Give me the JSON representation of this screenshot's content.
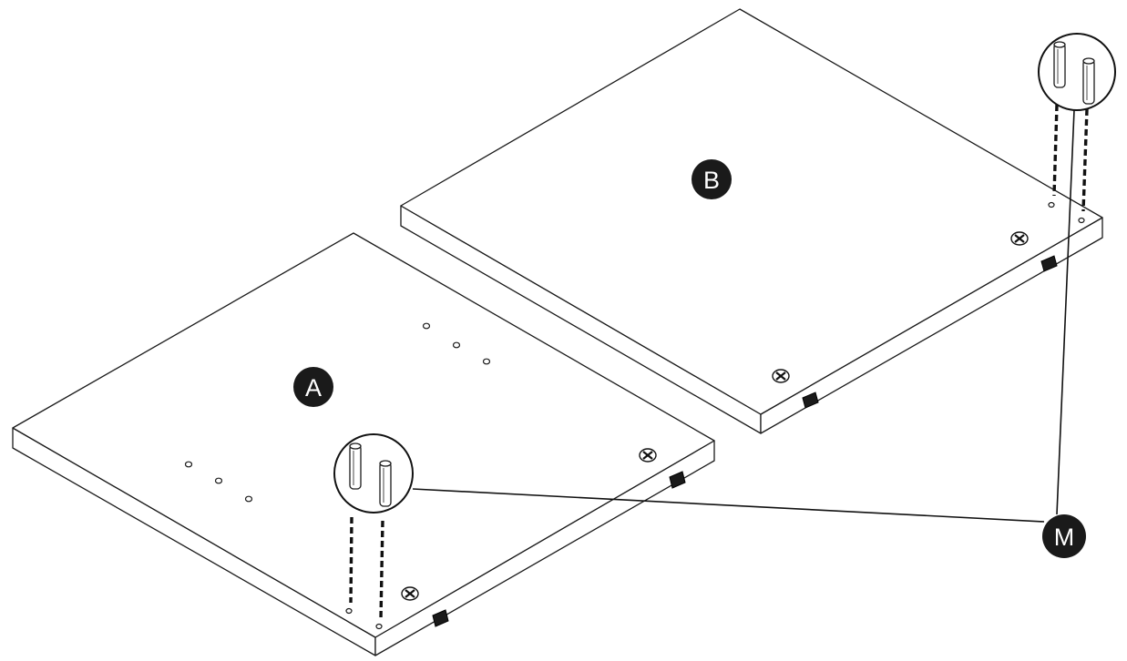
{
  "labels": {
    "panel_a": "A",
    "panel_b": "B",
    "part_m": "M"
  },
  "colors": {
    "line": "#1a1a1a",
    "badge_fill": "#1a1a1a",
    "badge_text": "#ffffff",
    "background": "#ffffff"
  }
}
